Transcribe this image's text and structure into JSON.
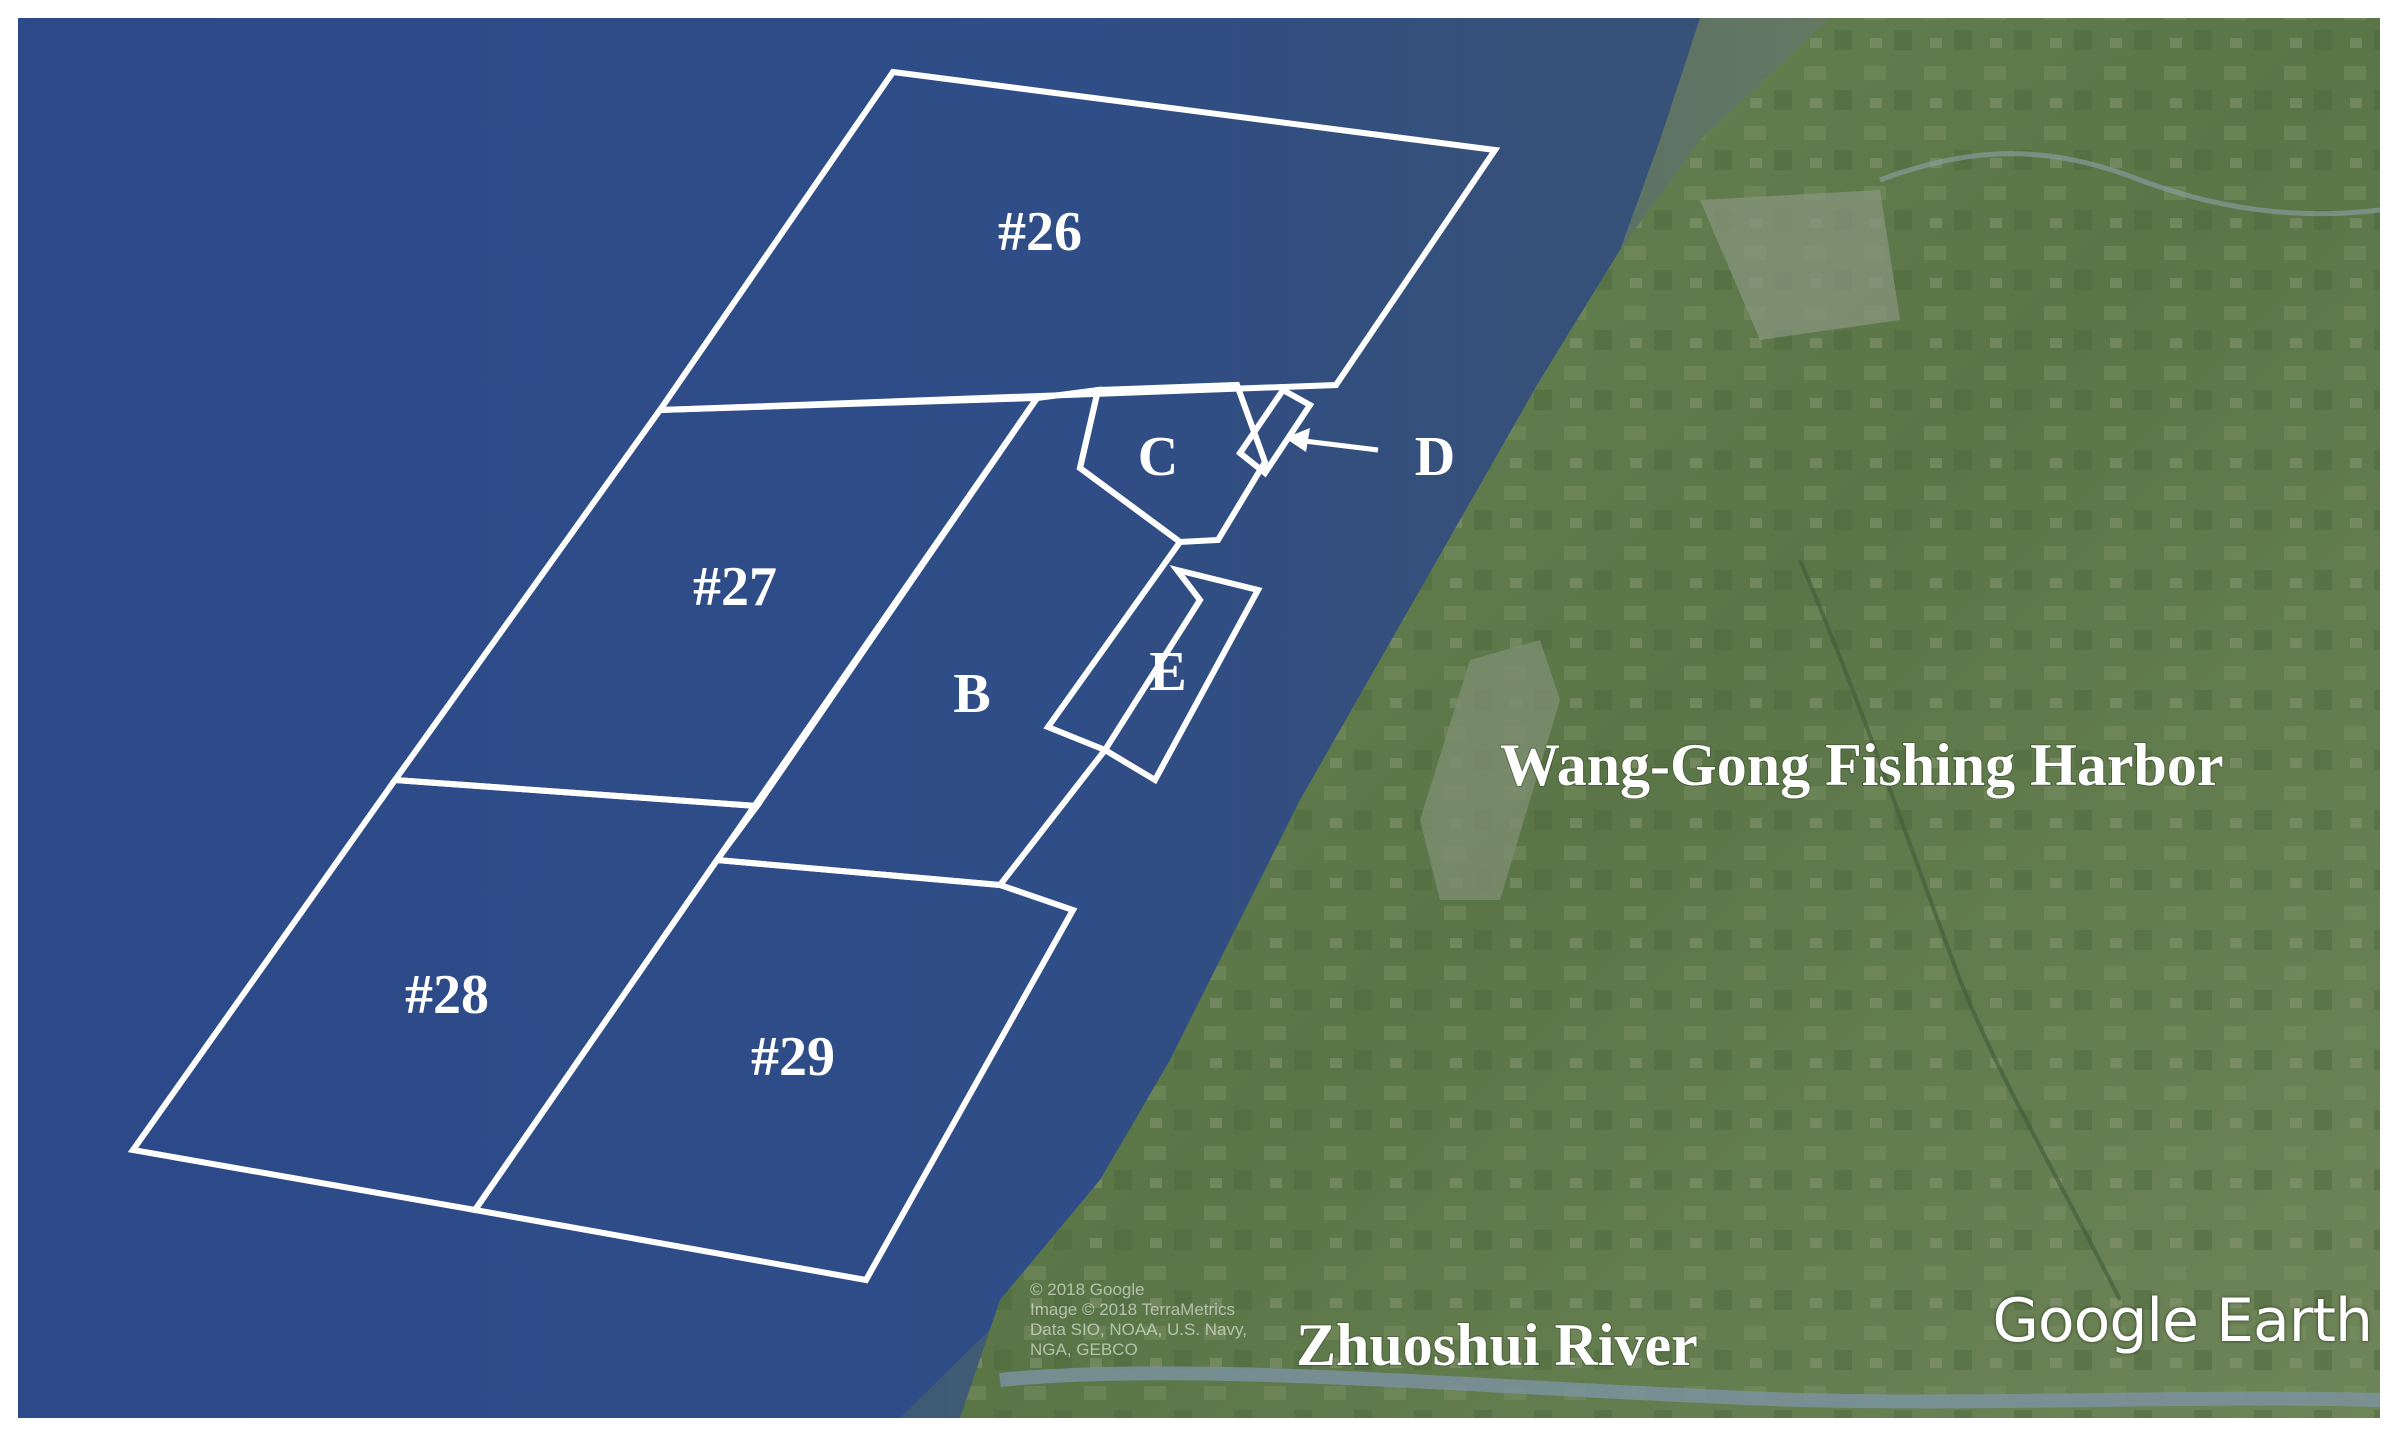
{
  "map": {
    "zones": [
      {
        "id": "26",
        "label": "#26"
      },
      {
        "id": "27",
        "label": "#27"
      },
      {
        "id": "28",
        "label": "#28"
      },
      {
        "id": "29",
        "label": "#29"
      },
      {
        "id": "B",
        "label": "B"
      },
      {
        "id": "C",
        "label": "C"
      },
      {
        "id": "D",
        "label": "D"
      },
      {
        "id": "E",
        "label": "E"
      }
    ],
    "places": {
      "harbor": "Wang-Gong Fishing Harbor",
      "river": "Zhuoshui River"
    },
    "attribution": {
      "brand": "Google Earth",
      "credit_lines": [
        "© 2018 Google",
        "Image © 2018 TerraMetrics",
        "Data SIO, NOAA, U.S. Navy, NGA, GEBCO"
      ]
    },
    "colors": {
      "sea": "#2e4a86",
      "coast_water": "#4f6f6f",
      "land": "#5f7a4e",
      "boundary": "#ffffff"
    }
  }
}
